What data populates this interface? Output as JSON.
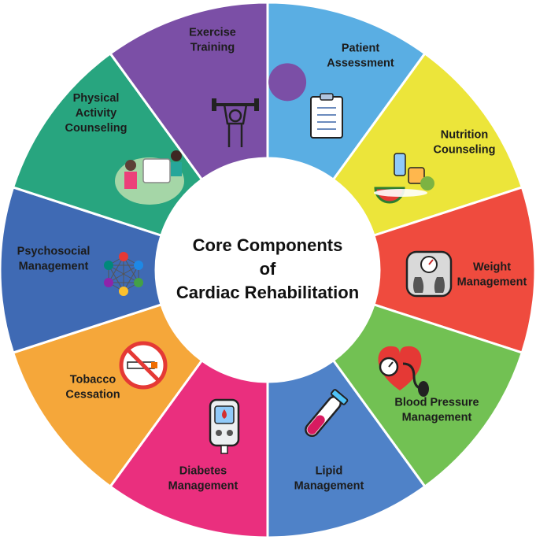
{
  "center": {
    "lines": [
      "Core Components",
      "of",
      "Cardiac Rehabilitation"
    ]
  },
  "segments": [
    {
      "id": "exercise-training",
      "lines": [
        "Exercise",
        "Training"
      ],
      "color": "#5aaee3",
      "icon": "weightlifter-icon"
    },
    {
      "id": "patient-assessment",
      "lines": [
        "Patient",
        "Assessment"
      ],
      "color": "#ece53a",
      "icon": "clipboard-icon"
    },
    {
      "id": "nutrition-counseling",
      "lines": [
        "Nutrition",
        "Counseling"
      ],
      "color": "#ef4b3e",
      "icon": "healthy-food-icon"
    },
    {
      "id": "weight-management",
      "lines": [
        "Weight",
        "Management"
      ],
      "color": "#72c153",
      "icon": "scale-icon"
    },
    {
      "id": "blood-pressure-management",
      "lines": [
        "Blood Pressure",
        "Management"
      ],
      "color": "#4f82c8",
      "icon": "blood-pressure-monitor-icon"
    },
    {
      "id": "lipid-management",
      "lines": [
        "Lipid",
        "Management"
      ],
      "color": "#ea2f7e",
      "icon": "test-tube-icon"
    },
    {
      "id": "diabetes-management",
      "lines": [
        "Diabetes",
        "Management"
      ],
      "color": "#f5a73a",
      "icon": "glucometer-icon"
    },
    {
      "id": "tobacco-cessation",
      "lines": [
        "Tobacco",
        "Cessation"
      ],
      "color": "#3f6ab4",
      "icon": "no-smoking-icon"
    },
    {
      "id": "psychosocial-management",
      "lines": [
        "Psychosocial",
        "Management"
      ],
      "color": "#28a57f",
      "icon": "people-network-icon"
    },
    {
      "id": "physical-activity-counseling",
      "lines": [
        "Physical",
        "Activity",
        "Counseling"
      ],
      "color": "#7b4fa6",
      "icon": "counseling-session-icon"
    }
  ]
}
